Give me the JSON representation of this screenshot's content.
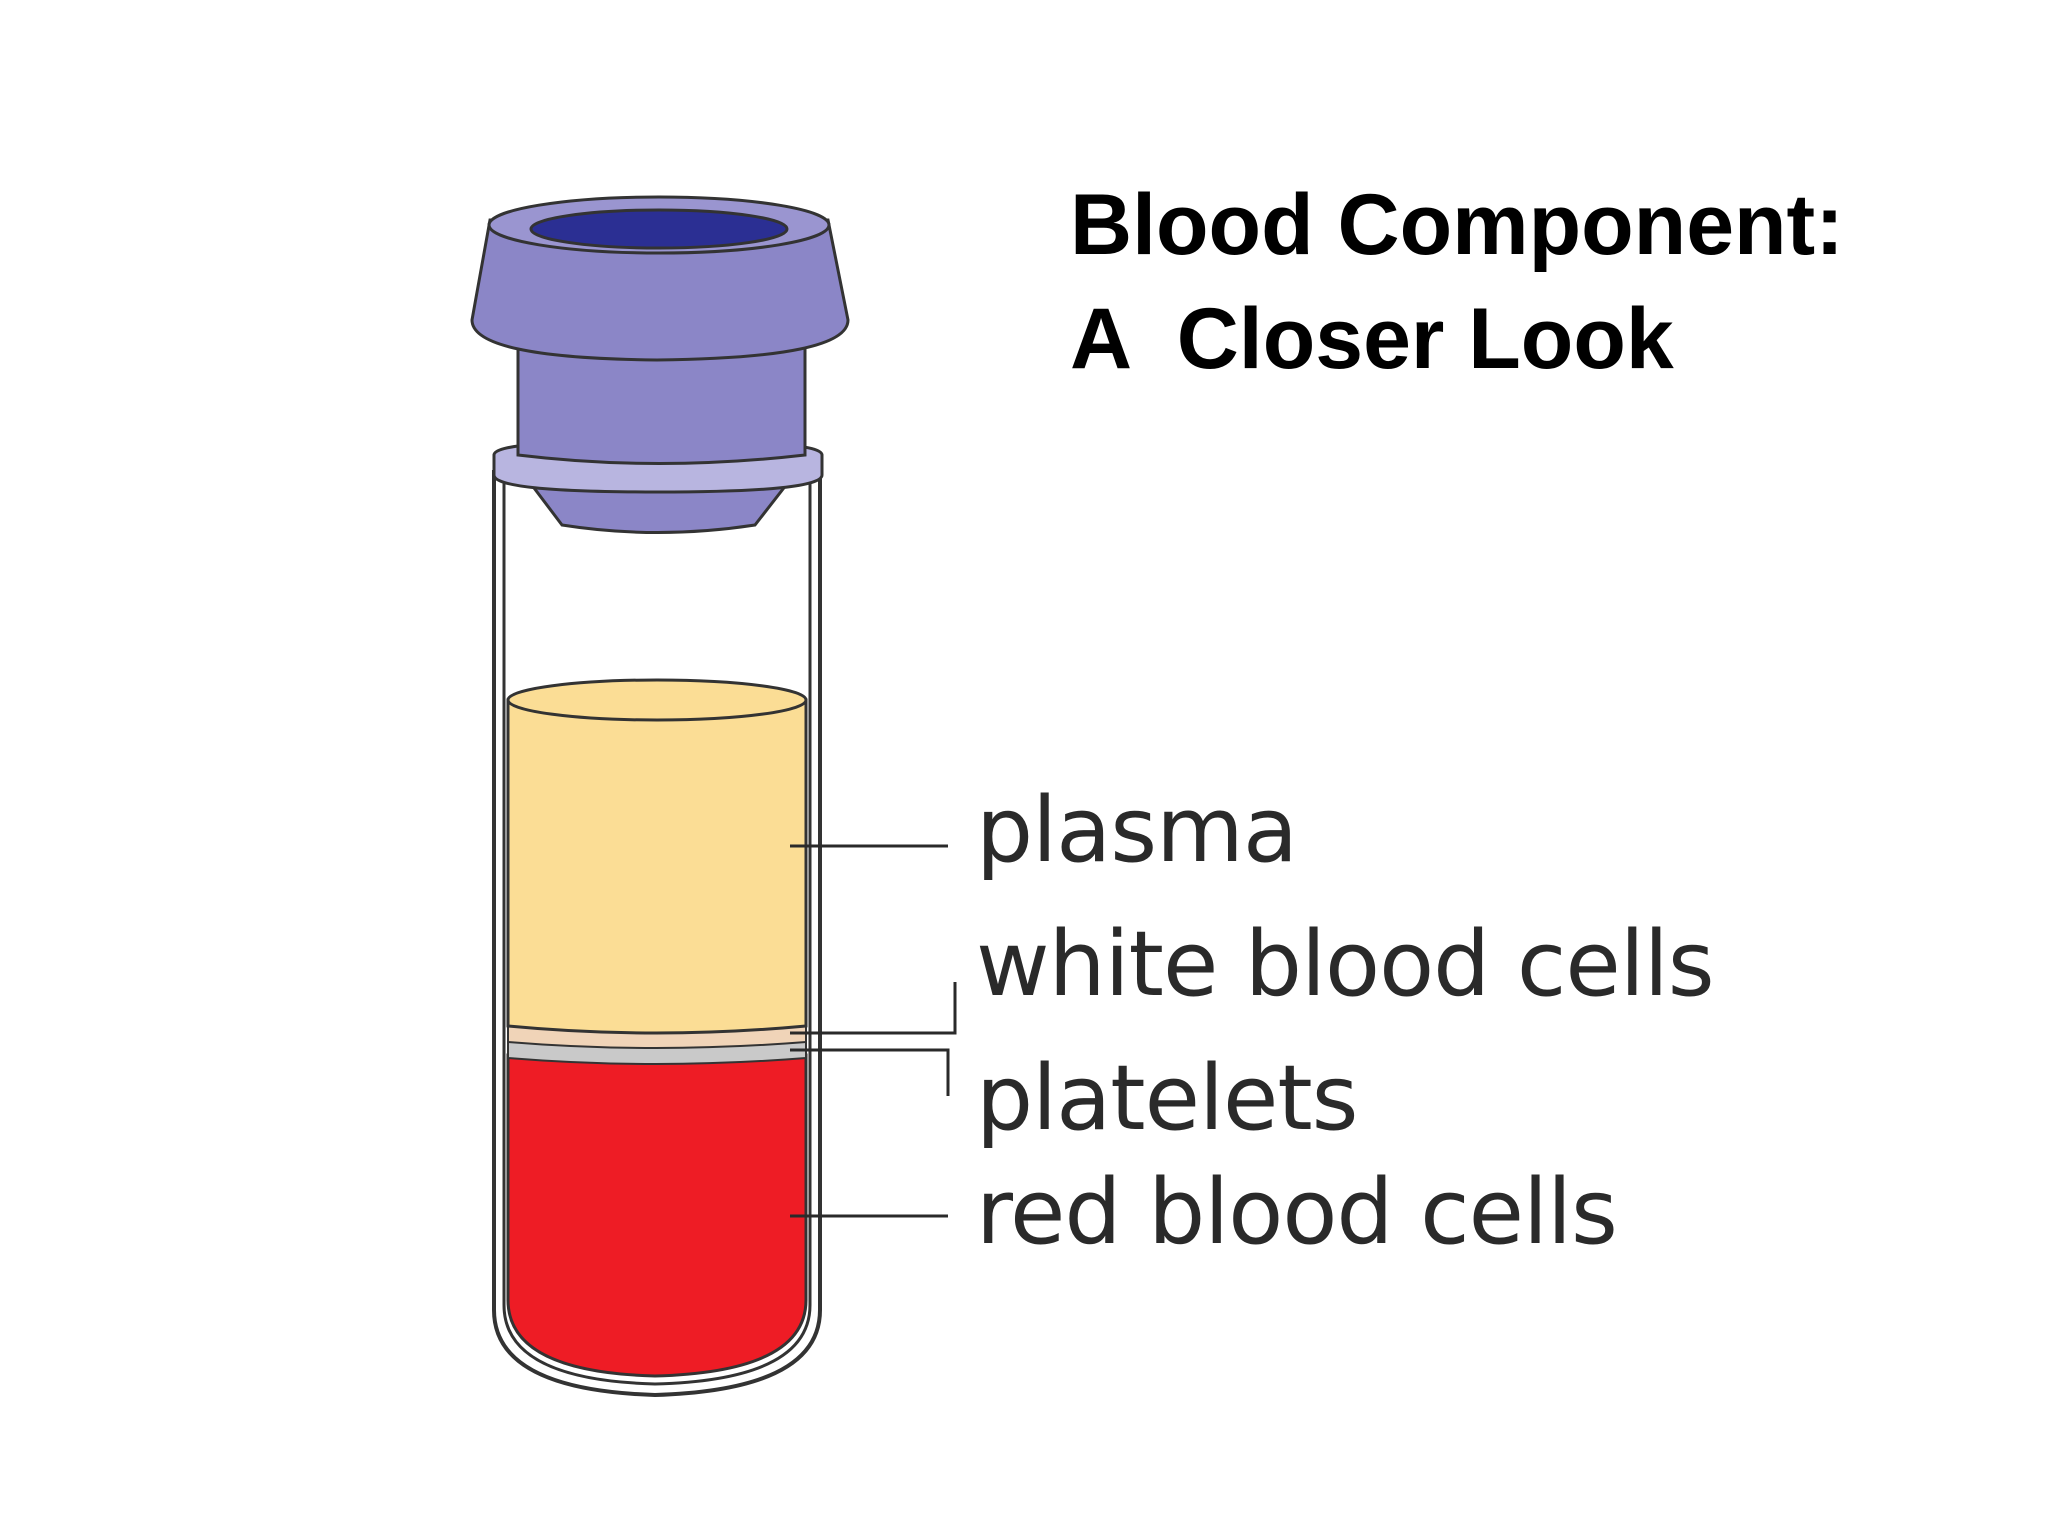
{
  "title": {
    "line1": "Blood Component:",
    "line2": "A  Closer Look"
  },
  "components": {
    "plasma": "plasma",
    "white_blood_cells": "white blood cells",
    "platelets": "platelets",
    "red_blood_cells": "red blood cells"
  },
  "colors": {
    "cap": "#8b86c7",
    "cap_inner": "#2b2f93",
    "cap_ring": "#b8b5e0",
    "plasma": "#fbdd95",
    "buffy_coat": "#f0d4b8",
    "platelet_layer": "#c9c9c9",
    "red_cells": "#ee1c25",
    "outline": "#333333"
  }
}
